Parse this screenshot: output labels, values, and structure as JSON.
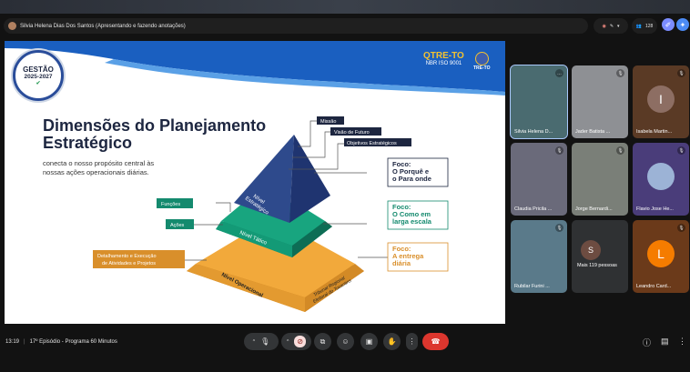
{
  "meeting": {
    "presenter_label": "Silvia Helena Dias Dos Santos (Apresentando e fazendo anotações)",
    "participant_count": "128",
    "time": "13:19",
    "meeting_title": "17º Episódio - Programa 60 Minutos"
  },
  "slide": {
    "seal": {
      "top": "GESTÃO",
      "years": "2025-2027"
    },
    "logo": {
      "name": "QTRE-TO",
      "cert": "NBR ISO 9001",
      "org": "TRE-TO"
    },
    "title_line1": "Dimensões do Planejamento",
    "title_line2": "Estratégico",
    "subtitle_line1": "conecta o nosso propósito central às",
    "subtitle_line2": "nossas ações operacionais diárias.",
    "top_labels": [
      "Missão",
      "Visão de Futuro",
      "Objetivos Estratégicos"
    ],
    "mid_labels": [
      "Funções",
      "Ações"
    ],
    "base_label_line1": "Detalhamento e Execução",
    "base_label_line2": "de Atividades e Projetos",
    "levels": {
      "strategic_1": "Nível",
      "strategic_2": "Estratégico",
      "tactical": "Nível Tático",
      "operational": "Nível Operacional",
      "org_1": "Tribunal Regional",
      "org_2": "Eleitoral do Tocantins"
    },
    "focus": [
      {
        "l1": "Foco:",
        "l2": "O Porquê e",
        "l3": "o Para onde",
        "color": "#1d2640"
      },
      {
        "l1": "Foco:",
        "l2": "O Como em",
        "l3": "larga escala",
        "color": "#148a6e"
      },
      {
        "l1": "Foco:",
        "l2": "A entrega",
        "l3": "diária",
        "color": "#d98f2b"
      }
    ]
  },
  "participants": [
    {
      "name": "Silvia Helena D...",
      "bg": "#4a6b70"
    },
    {
      "name": "Jader Batista ...",
      "bg": "#8e9094"
    },
    {
      "name": "Isabela Martin...",
      "initial": "I",
      "bg": "#5a3a25",
      "avatar": "#8d6e63"
    },
    {
      "name": "Claudia Pricila ...",
      "bg": "#6a6a7a"
    },
    {
      "name": "Jorge Bernardi...",
      "bg": "#7a7f78"
    },
    {
      "name": "Flavio Jose He...",
      "bg": "#4a3d7a",
      "avatar": "#9cb3d6"
    },
    {
      "name": "Rubilar Furini ...",
      "bg": "#5a7a8a"
    },
    {
      "name": "Mais 119 pessoas",
      "initial": "S",
      "bg": "#2f3133",
      "avatar": "#6d4c41"
    },
    {
      "name": "Leandro Card...",
      "initial": "L",
      "bg": "#6b3a1a",
      "avatar": "#f57c00"
    }
  ]
}
